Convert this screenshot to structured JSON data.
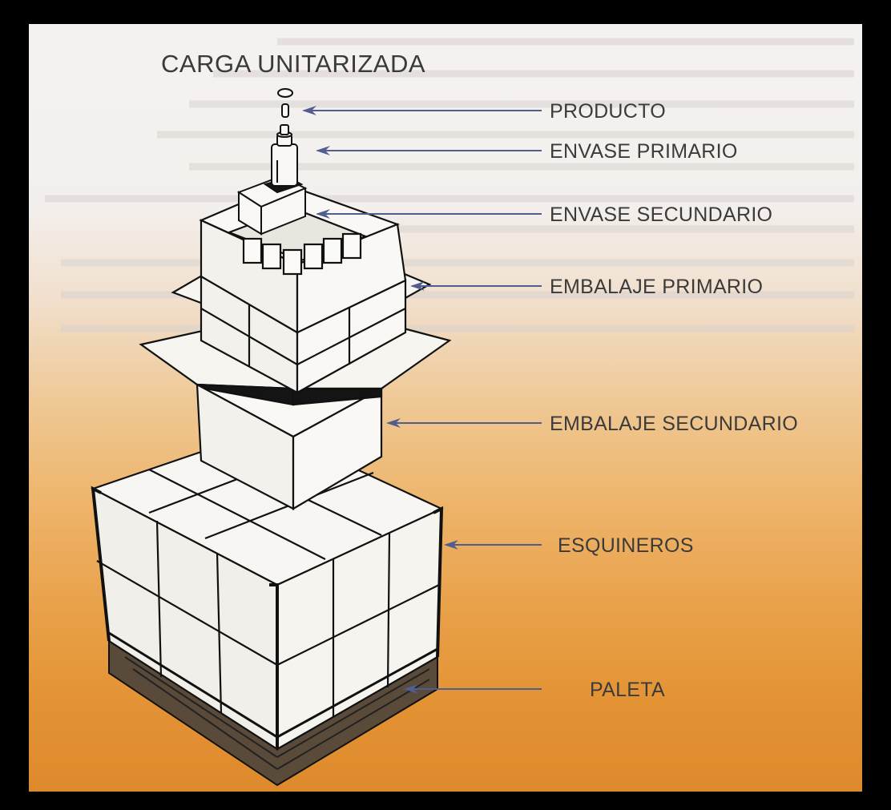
{
  "title": "CARGA UNITARIZADA",
  "labels": {
    "producto": "PRODUCTO",
    "envase_primario": "ENVASE PRIMARIO",
    "envase_secundario": "ENVASE SECUNDARIO",
    "embalaje_primario": "EMBALAJE PRIMARIO",
    "embalaje_secundario": "EMBALAJE SECUNDARIO",
    "esquineros": "ESQUINEROS",
    "paleta": "PALETA"
  },
  "colors": {
    "arrow": "#4f5e8f",
    "line": "#111111",
    "gradient_top": "#f4f2f1",
    "gradient_bottom": "#de8a2c"
  }
}
